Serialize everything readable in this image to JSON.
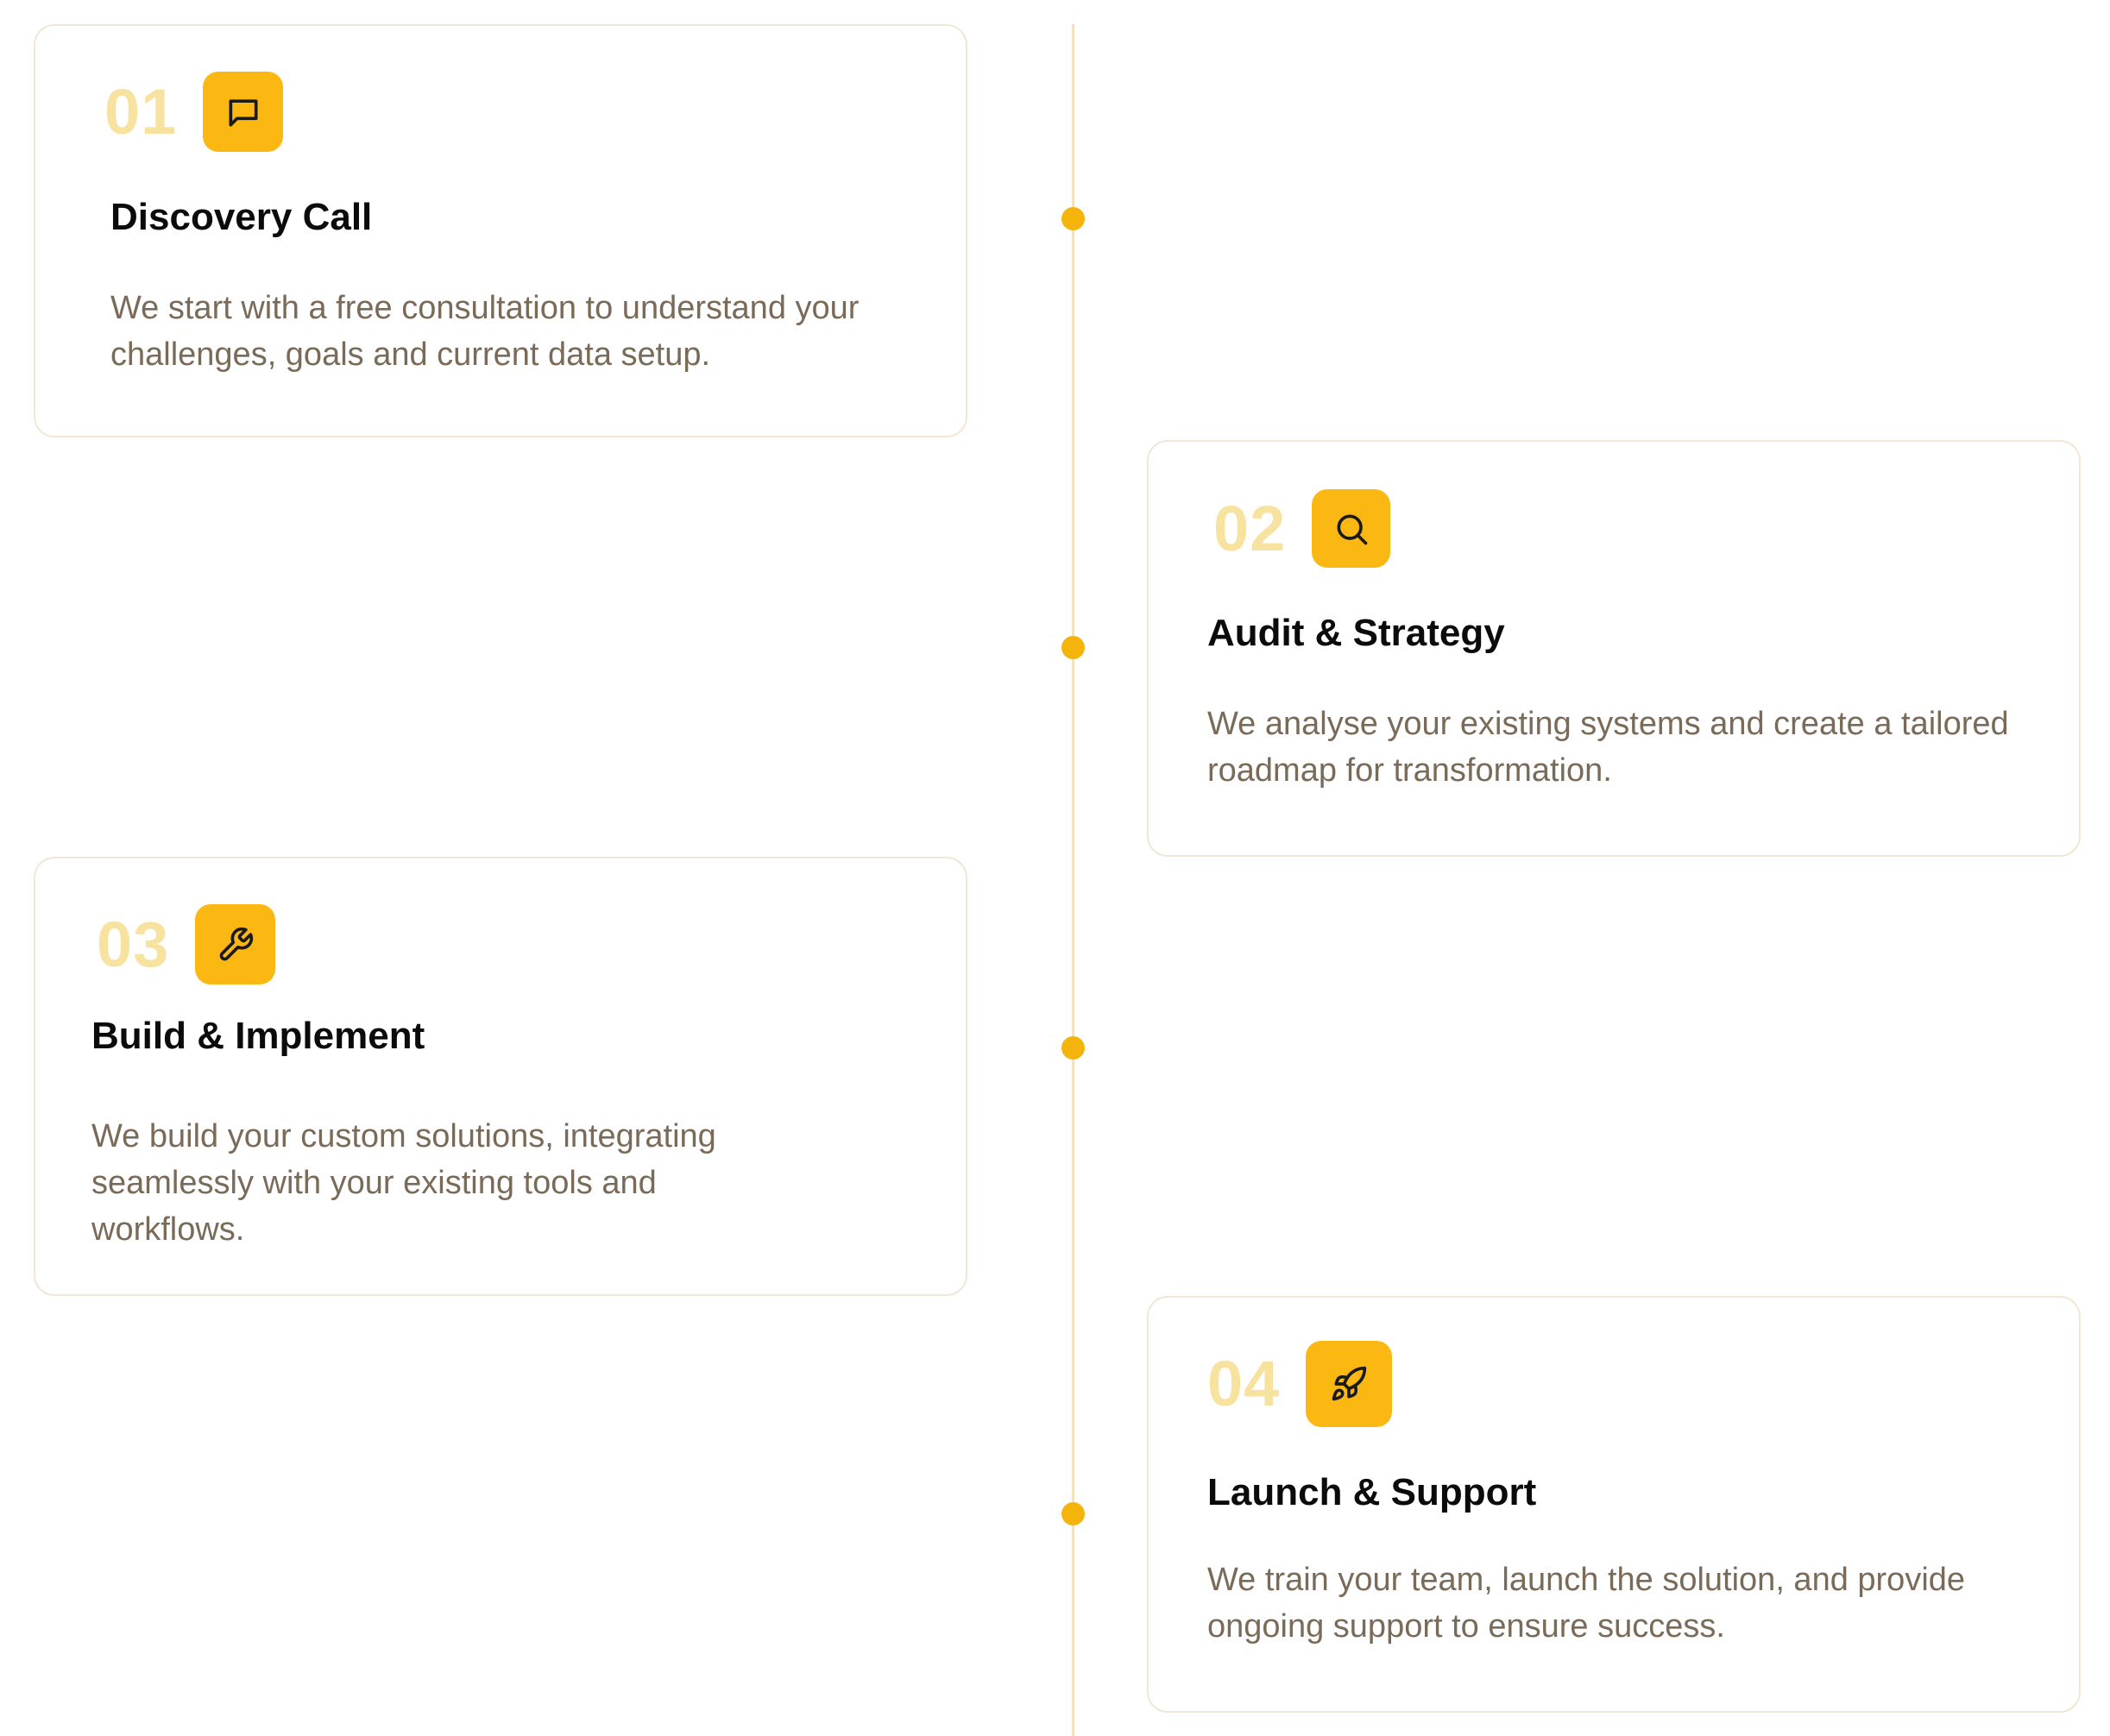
{
  "accent_color": "#fbb712",
  "timeline_color": "#f3e2c2",
  "steps": [
    {
      "number": "01",
      "icon": "message-square-icon",
      "title": "Discovery Call",
      "description": "We start with a free consultation to understand your challenges, goals and current data setup."
    },
    {
      "number": "02",
      "icon": "search-icon",
      "title": "Audit & Strategy",
      "description": "We analyse your existing systems and create a tailored roadmap for transformation."
    },
    {
      "number": "03",
      "icon": "wrench-icon",
      "title": "Build & Implement",
      "description": "We build your custom solutions, integrating seamlessly with your existing tools and workflows."
    },
    {
      "number": "04",
      "icon": "rocket-icon",
      "title": "Launch & Support",
      "description": "We train your team, launch the solution, and provide ongoing support to ensure success."
    }
  ]
}
